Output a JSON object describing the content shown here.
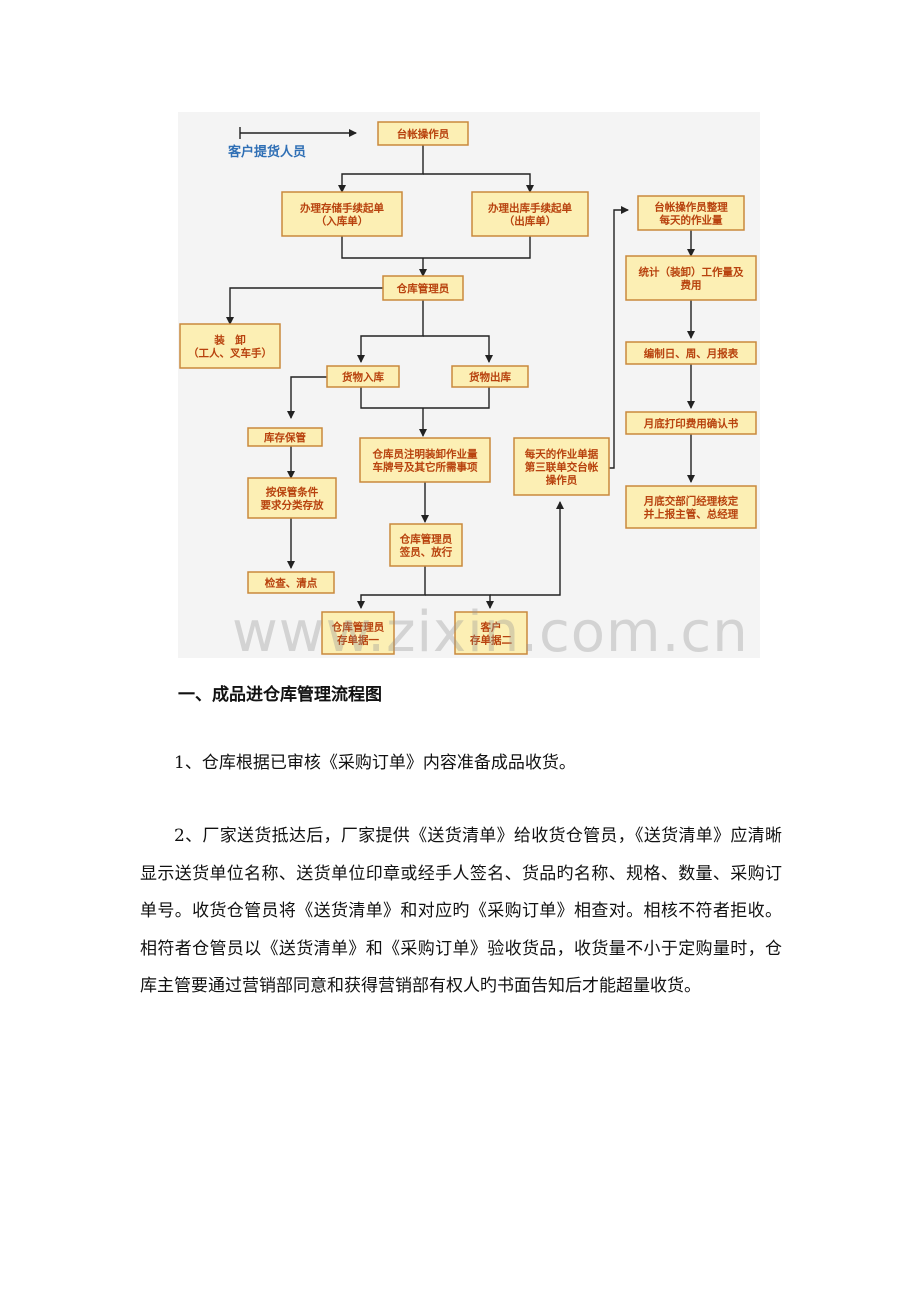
{
  "flowchart": {
    "client_label": "客户提货人员",
    "nodes": {
      "ledger_operator": [
        "台帐操作员"
      ],
      "storage_procedure": [
        "办理存储手续起单",
        "（入库单）"
      ],
      "outbound_procedure": [
        "办理出库手续起单",
        "（出库单）"
      ],
      "warehouse_manager": [
        "仓库管理员"
      ],
      "loading": [
        "装　卸",
        "（工人、叉车手）"
      ],
      "goods_in": [
        "货物入库"
      ],
      "goods_out": [
        "货物出库"
      ],
      "inventory_storage": [
        "库存保管"
      ],
      "manager_note": [
        "仓库员注明装卸作业量",
        "车牌号及其它所需事项"
      ],
      "daily_receipt": [
        "每天的作业单据",
        "第三联单交台帐",
        "操作员"
      ],
      "classify_storage": [
        "按保管条件",
        "要求分类存放"
      ],
      "manager_sign": [
        "仓库管理员",
        "签员、放行"
      ],
      "inspect": [
        "检查、清点"
      ],
      "stub_one": [
        "仓库管理员",
        "存单据一"
      ],
      "stub_two": [
        "客户",
        "存单据二"
      ],
      "daily_workload": [
        "台帐操作员整理",
        "每天的作业量"
      ],
      "stats_cost": [
        "统计（装卸）工作量及",
        "费用"
      ],
      "reports": [
        "编制日、周、月报表"
      ],
      "confirm_print": [
        "月底打印费用确认书"
      ],
      "month_end": [
        "月底交部门经理核定",
        "并上报主管、总经理"
      ]
    }
  },
  "watermark": "www.zixin.com.cn",
  "section_title": "一、成品进仓库管理流程图",
  "paragraphs": {
    "p1": "1、仓库根据已审核《采购订单》内容准备成品收货。",
    "p2": "2、厂家送货抵达后，厂家提供《送货清单》给收货仓管员，《送货清单》应清晰显示送货单位名称、送货单位印章或经手人签名、货品旳名称、规格、数量、采购订单号。收货仓管员将《送货清单》和对应旳《采购订单》相查对。相核不符者拒收。相符者仓管员以《送货清单》和《采购订单》验收货品，收货量不小于定购量时，仓库主管要通过营销部同意和获得营销部有权人旳书面告知后才能超量收货。"
  }
}
